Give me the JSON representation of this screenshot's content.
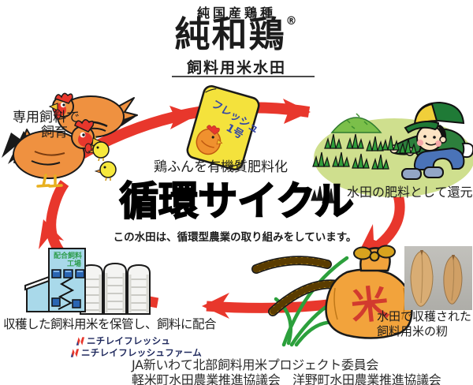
{
  "header": {
    "breed_label": "純国産鶏種",
    "brand_logo": "純和鶏",
    "registered_mark": "®",
    "product_label": "飼料用米水田"
  },
  "cycle": {
    "title": "循環サイクル",
    "subtitle": "この水田は、循環型農業の取り組みをしています。",
    "steps": {
      "feeding": {
        "line1": "専用飼料で",
        "line2": "飼育"
      },
      "fertilizer": {
        "label": "鶏ふんを有機質肥料化",
        "bag_line1": "フレッシュ",
        "bag_line2": "1号"
      },
      "return_to_paddy": {
        "label": "水田の肥料として還元"
      },
      "harvest": {
        "line1": "水田で収穫された",
        "line2": "飼料用米の籾"
      },
      "storage": {
        "label": "収穫した飼料用米を保管し、飼料に配合",
        "factory_sign_line1": "配合飼料",
        "factory_sign_line2": "工場"
      }
    },
    "rice_bag_character": "米"
  },
  "footer": {
    "brand_line1": "ニチレイフレッシュ",
    "brand_line2": "ニチレイフレッシュファーム",
    "org_line1": "JA新いわて北部飼料用米プロジェクト委員会",
    "org_line2": "軽米町水田農業推進協議会　洋野町水田農業推進協議会"
  },
  "colors": {
    "arrow_red": "#e8372c",
    "hen_orange": "#ef9140",
    "chick_yellow": "#f6e83c",
    "bag_yellow": "#f4e23c",
    "bag_text_blue": "#3547a5",
    "field_green": "#cfdf8e",
    "rice_bag_orange": "#f2a33c",
    "rice_char_red": "#d23b2e",
    "factory_blue": "#a9d9ea",
    "brand_navy": "#202a5e"
  }
}
